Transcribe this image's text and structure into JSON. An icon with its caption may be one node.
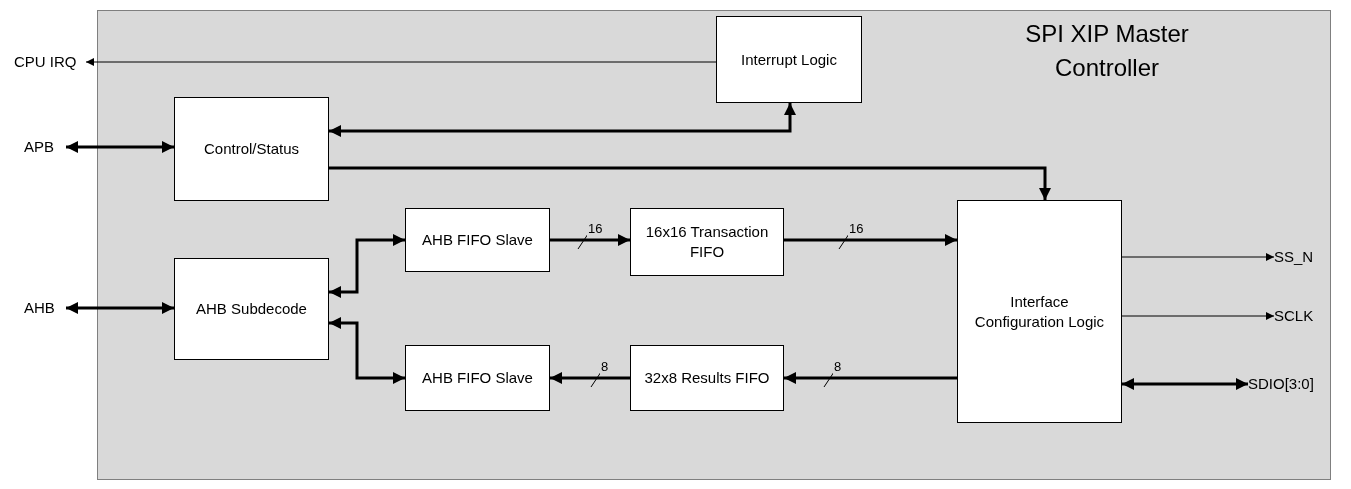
{
  "diagram": {
    "nodes": [
      {
        "text": [
          "SPI XIP Master Controller"
        ]
      },
      {
        "text": [
          "Interrupt Logic"
        ],
        "in": 0
      },
      {
        "text": [
          "Control/Status"
        ],
        "in": 0
      },
      {
        "text": [
          "AHB FIFO Slave"
        ],
        "in": 0
      },
      {
        "text": [
          "16x16 Transaction FIFO"
        ],
        "in": 0
      },
      {
        "text": [
          "Interface Configuration Logic"
        ],
        "in": 0
      },
      {
        "text": [
          "AHB Subdecode"
        ],
        "in": 0
      },
      {
        "text": [
          "AHB FIFO Slave"
        ],
        "in": 0
      },
      {
        "text": [
          "32x8 Results FIFO"
        ],
        "in": 0
      },
      {
        "text": [
          "CPU IRQ"
        ]
      },
      {
        "text": [
          "APB"
        ]
      },
      {
        "text": [
          "AHB"
        ]
      },
      {
        "text": [
          "SS_N"
        ],
        "in": 0
      },
      {
        "text": [
          "SCLK"
        ],
        "in": 0
      },
      {
        "text": [
          "SDIO[3:0]"
        ],
        "in": 0
      }
    ],
    "edges": [
      {
        "from": 1,
        "to": 9,
        "arrow": "to"
      },
      {
        "from": 2,
        "to": 1,
        "arrow": "both"
      },
      {
        "from": 10,
        "to": 2,
        "arrow": "both"
      },
      {
        "from": 2,
        "to": 5,
        "arrow": "to"
      },
      {
        "from": 3,
        "to": 4,
        "arrow": "to",
        "label": "16"
      },
      {
        "from": 4,
        "to": 5,
        "arrow": "to",
        "label": "16"
      },
      {
        "from": 11,
        "to": 6,
        "arrow": "both"
      },
      {
        "from": 6,
        "to": 3,
        "arrow": "both"
      },
      {
        "from": 6,
        "to": 7,
        "arrow": "both"
      },
      {
        "from": 5,
        "to": 8,
        "arrow": "to",
        "label": "8"
      },
      {
        "from": 8,
        "to": 7,
        "arrow": "to",
        "label": "8"
      },
      {
        "from": 5,
        "to": 12,
        "arrow": "to"
      },
      {
        "from": 5,
        "to": 13,
        "arrow": "to"
      },
      {
        "from": 5,
        "to": 14,
        "arrow": "both"
      }
    ]
  }
}
